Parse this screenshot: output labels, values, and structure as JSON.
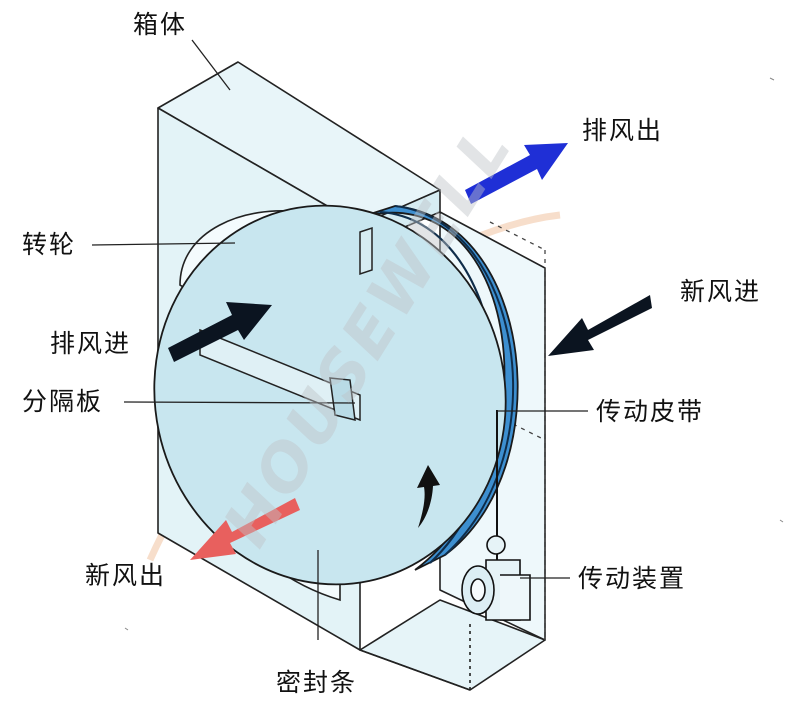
{
  "labels": {
    "housing": "箱体",
    "wheel": "转轮",
    "exhaust_in": "排风进",
    "partition": "分隔板",
    "fresh_out": "新风出",
    "exhaust_out": "排风出",
    "fresh_in": "新风进",
    "belt": "传动皮带",
    "drive": "传动装置",
    "seal": "密封条"
  },
  "watermark": "HOUSEWELL",
  "colors": {
    "housing_fill": "#e3f3f7",
    "wheel_face": "#c8e6ef",
    "wheel_rim": "#3d8fd0",
    "exhaust_out_arrow": "#1f2fd6",
    "fresh_out_arrow": "#e8605e",
    "dark_arrow": "#0b1420"
  }
}
